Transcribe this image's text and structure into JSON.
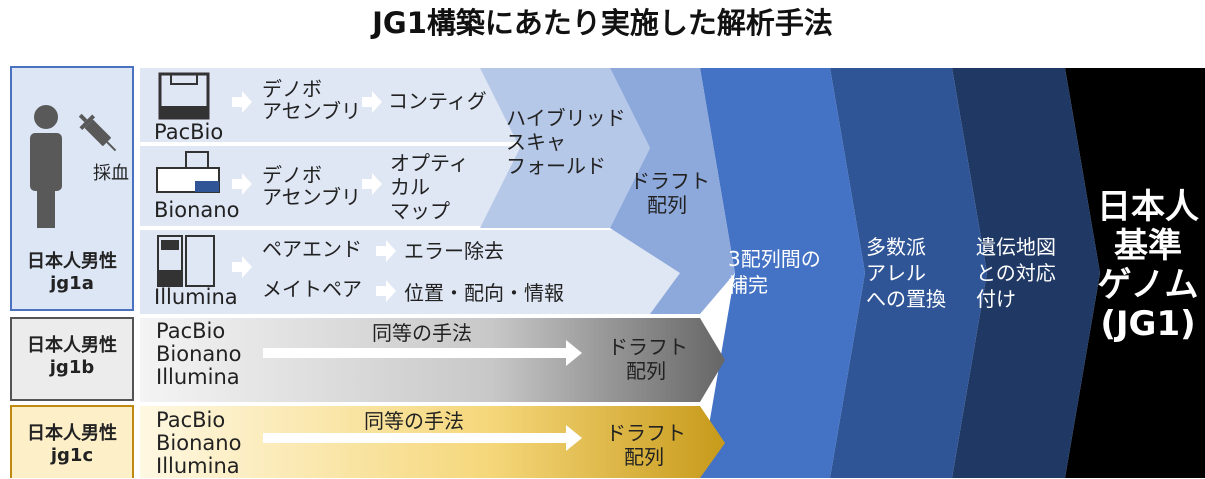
{
  "title": "JG1構築にあたり実施した解析手法",
  "samples": {
    "a": {
      "line1": "日本人男性",
      "line2": "jg1a",
      "blood": "採血"
    },
    "b": {
      "line1": "日本人男性",
      "line2": "jg1b"
    },
    "c": {
      "line1": "日本人男性",
      "line2": "jg1c"
    }
  },
  "pacbio": {
    "platform": "PacBio",
    "step1": [
      "デノボ",
      "アセンブリ"
    ],
    "step2": "コンティグ"
  },
  "hybrid": [
    "ハイブリッド",
    "スキャ",
    "フォールド"
  ],
  "bionano": {
    "platform": "Bionano",
    "step1": [
      "デノボ",
      "アセンブリ"
    ],
    "step2": [
      "オプティ",
      "カル",
      "マップ"
    ]
  },
  "draft_a": [
    "ドラフト",
    "配列"
  ],
  "illumina": {
    "platform": "Illumina",
    "row1": {
      "a": "ペアエンド",
      "b": "エラー除去"
    },
    "row2": {
      "a": "メイトペア",
      "b": "位置・配向・情報"
    }
  },
  "jg1b": {
    "platforms": [
      "PacBio",
      "Bionano",
      "Illumina"
    ],
    "same": "同等の手法",
    "draft": [
      "ドラフト",
      "配列"
    ]
  },
  "jg1c": {
    "platforms": [
      "PacBio",
      "Bionano",
      "Illumina"
    ],
    "same": "同等の手法",
    "draft": [
      "ドラフト",
      "配列"
    ]
  },
  "stages": {
    "s1": [
      "3配列間の",
      "補完"
    ],
    "s2": [
      "多数派",
      "アレル",
      "への置換"
    ],
    "s3": [
      "遺伝地図",
      "との対応",
      "付け"
    ],
    "final": [
      "日本人",
      "基準",
      "ゲノム",
      "(JG1)"
    ]
  },
  "colors": {
    "sample_a_border": "#4a72c0",
    "sample_a_fill": "#dce6f5",
    "sample_b_border": "#555555",
    "sample_b_fill": "#ececec",
    "sample_c_border": "#c08a10",
    "sample_c_fill": "#fdf0c9",
    "row_light": "#dfe6f4",
    "hybrid": "#b6c8e8",
    "draft_a": "#8da8da",
    "stage1": "#4472c4",
    "stage2": "#2f5597",
    "stage3": "#1f3864",
    "final": "#000000"
  }
}
